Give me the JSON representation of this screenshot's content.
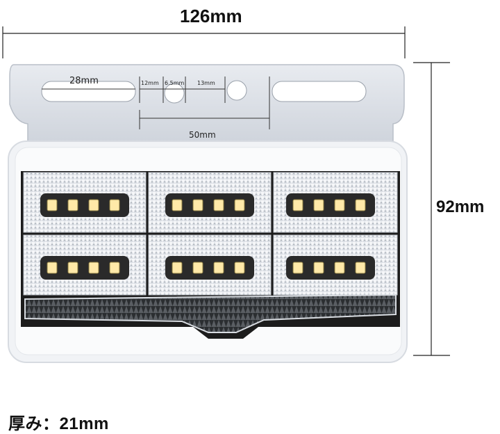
{
  "dimensions": {
    "width_label": "126mm",
    "height_label": "92mm",
    "thickness_label": "厚み：21mm"
  },
  "bracket": {
    "slot_label": "28mm",
    "hole_gap_label": "12mm",
    "hole_diameter_label": "6.5mm",
    "hole_gap2_label": "13mm",
    "spacing_label": "50mm"
  },
  "lamp": {
    "led_modules": 6,
    "leds_per_module": 4,
    "colors": {
      "housing": "#1c1c1c",
      "bracket": "#dfe3ea",
      "led": "#ffe9a8",
      "lens": "#f4f6f8"
    }
  }
}
